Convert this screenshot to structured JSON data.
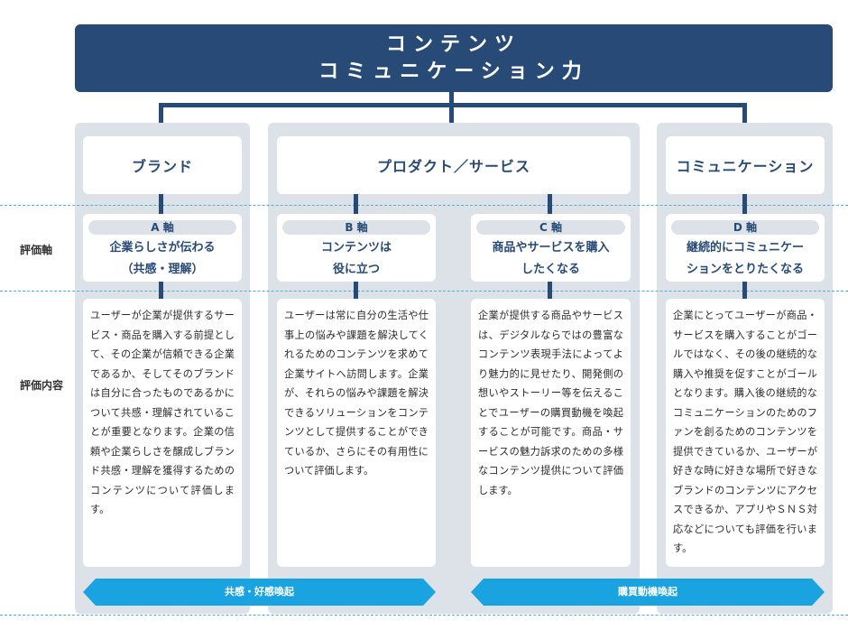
{
  "title": {
    "line1": "コンテンツ",
    "line2": "コミュニケーション力"
  },
  "row_labels": {
    "axis": "評価軸",
    "content": "評価内容"
  },
  "categories": {
    "brand": "ブランド",
    "product": "プロダクト／サービス",
    "communication": "コミュニケーション"
  },
  "axes": [
    {
      "label": "A 軸",
      "line1": "企業らしさが伝わる",
      "line2": "（共感・理解）"
    },
    {
      "label": "B 軸",
      "line1": "コンテンツは",
      "line2": "役に立つ"
    },
    {
      "label": "C 軸",
      "line1": "商品やサービスを購入",
      "line2": "したくなる"
    },
    {
      "label": "D 軸",
      "line1": "継続的にコミュニケー",
      "line2": "ションをとりたくなる"
    }
  ],
  "descriptions": [
    "ユーザーが企業が提供するサービス・商品を購入する前提として、その企業が信頼できる企業であるか、そしてそのブランドは自分に合ったものであるかについて共感・理解されていることが重要となります。企業の信頼や企業らしさを醸成しブランド共感・理解を獲得するためのコンテンツについて評価します。",
    "ユーザーは常に自分の生活や仕事上の悩みや課題を解決してくれるためのコンテンツを求めて企業サイトへ訪問します。企業が、それらの悩みや課題を解決できるソリューションをコンテンツとして提供することができているか、さらにその有用性について評価します。",
    "企業が提供する商品やサービスは、デジタルならではの豊富なコンテンツ表現手法によってより魅力的に見せたり、開発側の想いやストーリー等を伝えることでユーザーの購買動機を喚起することが可能です。商品・サービスの魅力訴求のための多様なコンテンツ提供について評価します。",
    "企業にとってユーザーが商品・サービスを購入することがゴールではなく、その後の継続的な購入や推奨を促すことがゴールとなります。購入後の継続的なコミュニケーションのためのファンを創るためのコンテンツを提供できているか、ユーザーが好きな時に好きな場所で好きなブランドのコンテンツにアクセスできるか、アプリやＳＮＳ対応などについても評価を行います。"
  ],
  "arrows": {
    "left": "共感・好感喚起",
    "right": "購買動機喚起"
  },
  "colors": {
    "navy": "#274a76",
    "panel": "#dde2e8",
    "arrow": "#19a3e0",
    "dashed": "#4ab0dc"
  }
}
